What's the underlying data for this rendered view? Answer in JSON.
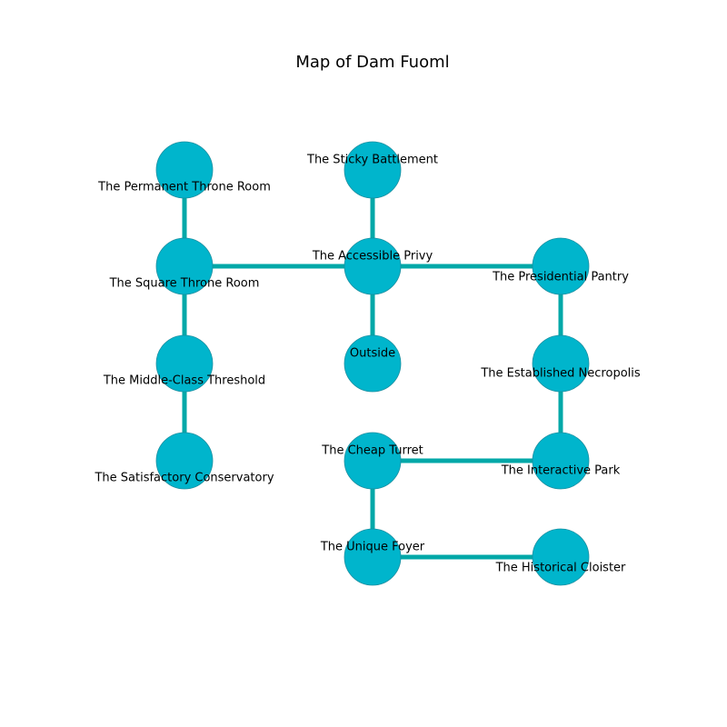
{
  "title": "Map of Dam Fuoml",
  "colors": {
    "node_fill": "#00b5cc",
    "node_stroke": "#1a8fa0",
    "edge": "#00a8a8",
    "background": "#ffffff"
  },
  "rooms": [
    {
      "id": "permanent-throne-room",
      "label": "The Permanent Throne Room",
      "col": 0,
      "row": 0
    },
    {
      "id": "sticky-battlement",
      "label": "The Sticky Battlement",
      "col": 1,
      "row": 0
    },
    {
      "id": "square-throne-room",
      "label": "The Square Throne Room",
      "col": 0,
      "row": 1
    },
    {
      "id": "accessible-privy",
      "label": "The Accessible Privy",
      "col": 1,
      "row": 1
    },
    {
      "id": "presidential-pantry",
      "label": "The Presidential Pantry",
      "col": 2,
      "row": 1
    },
    {
      "id": "middle-class-threshold",
      "label": "The Middle-Class Threshold",
      "col": 0,
      "row": 2
    },
    {
      "id": "outside",
      "label": "Outside",
      "col": 1,
      "row": 2
    },
    {
      "id": "established-necropolis",
      "label": "The Established Necropolis",
      "col": 2,
      "row": 2
    },
    {
      "id": "satisfactory-conservatory",
      "label": "The Satisfactory Conservatory",
      "col": 0,
      "row": 3
    },
    {
      "id": "cheap-turret",
      "label": "The Cheap Turret",
      "col": 1,
      "row": 3
    },
    {
      "id": "interactive-park",
      "label": "The Interactive Park",
      "col": 2,
      "row": 3
    },
    {
      "id": "unique-foyer",
      "label": "The Unique Foyer",
      "col": 1,
      "row": 4
    },
    {
      "id": "historical-cloister",
      "label": "The Historical Cloister",
      "col": 2,
      "row": 4
    }
  ],
  "connections": [
    [
      "permanent-throne-room",
      "square-throne-room"
    ],
    [
      "square-throne-room",
      "middle-class-threshold"
    ],
    [
      "middle-class-threshold",
      "satisfactory-conservatory"
    ],
    [
      "square-throne-room",
      "accessible-privy"
    ],
    [
      "sticky-battlement",
      "accessible-privy"
    ],
    [
      "accessible-privy",
      "outside"
    ],
    [
      "accessible-privy",
      "presidential-pantry"
    ],
    [
      "presidential-pantry",
      "established-necropolis"
    ],
    [
      "established-necropolis",
      "interactive-park"
    ],
    [
      "cheap-turret",
      "interactive-park"
    ],
    [
      "cheap-turret",
      "unique-foyer"
    ],
    [
      "unique-foyer",
      "historical-cloister"
    ]
  ]
}
